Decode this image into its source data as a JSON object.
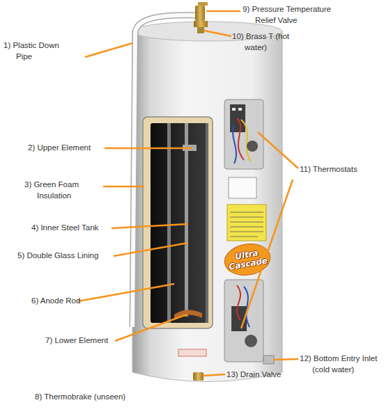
{
  "diagram": {
    "labels": [
      "1) Plastic Down Pipe",
      "2) Upper Element",
      "3) Green Foam Insulation",
      "4) Inner Steel Tank",
      "5) Double Glass Lining",
      "6) Anode Rod",
      "7) Lower Element",
      "8) Thermobrake (unseen)",
      "9) Pressure Temperature Relief Valve",
      "10) Brass T (hot water)",
      "11) Thermostats",
      "12) Bottom Entry Inlet (cold water)",
      "13) Drain Valve",
      "Ultra Cascade"
    ]
  }
}
